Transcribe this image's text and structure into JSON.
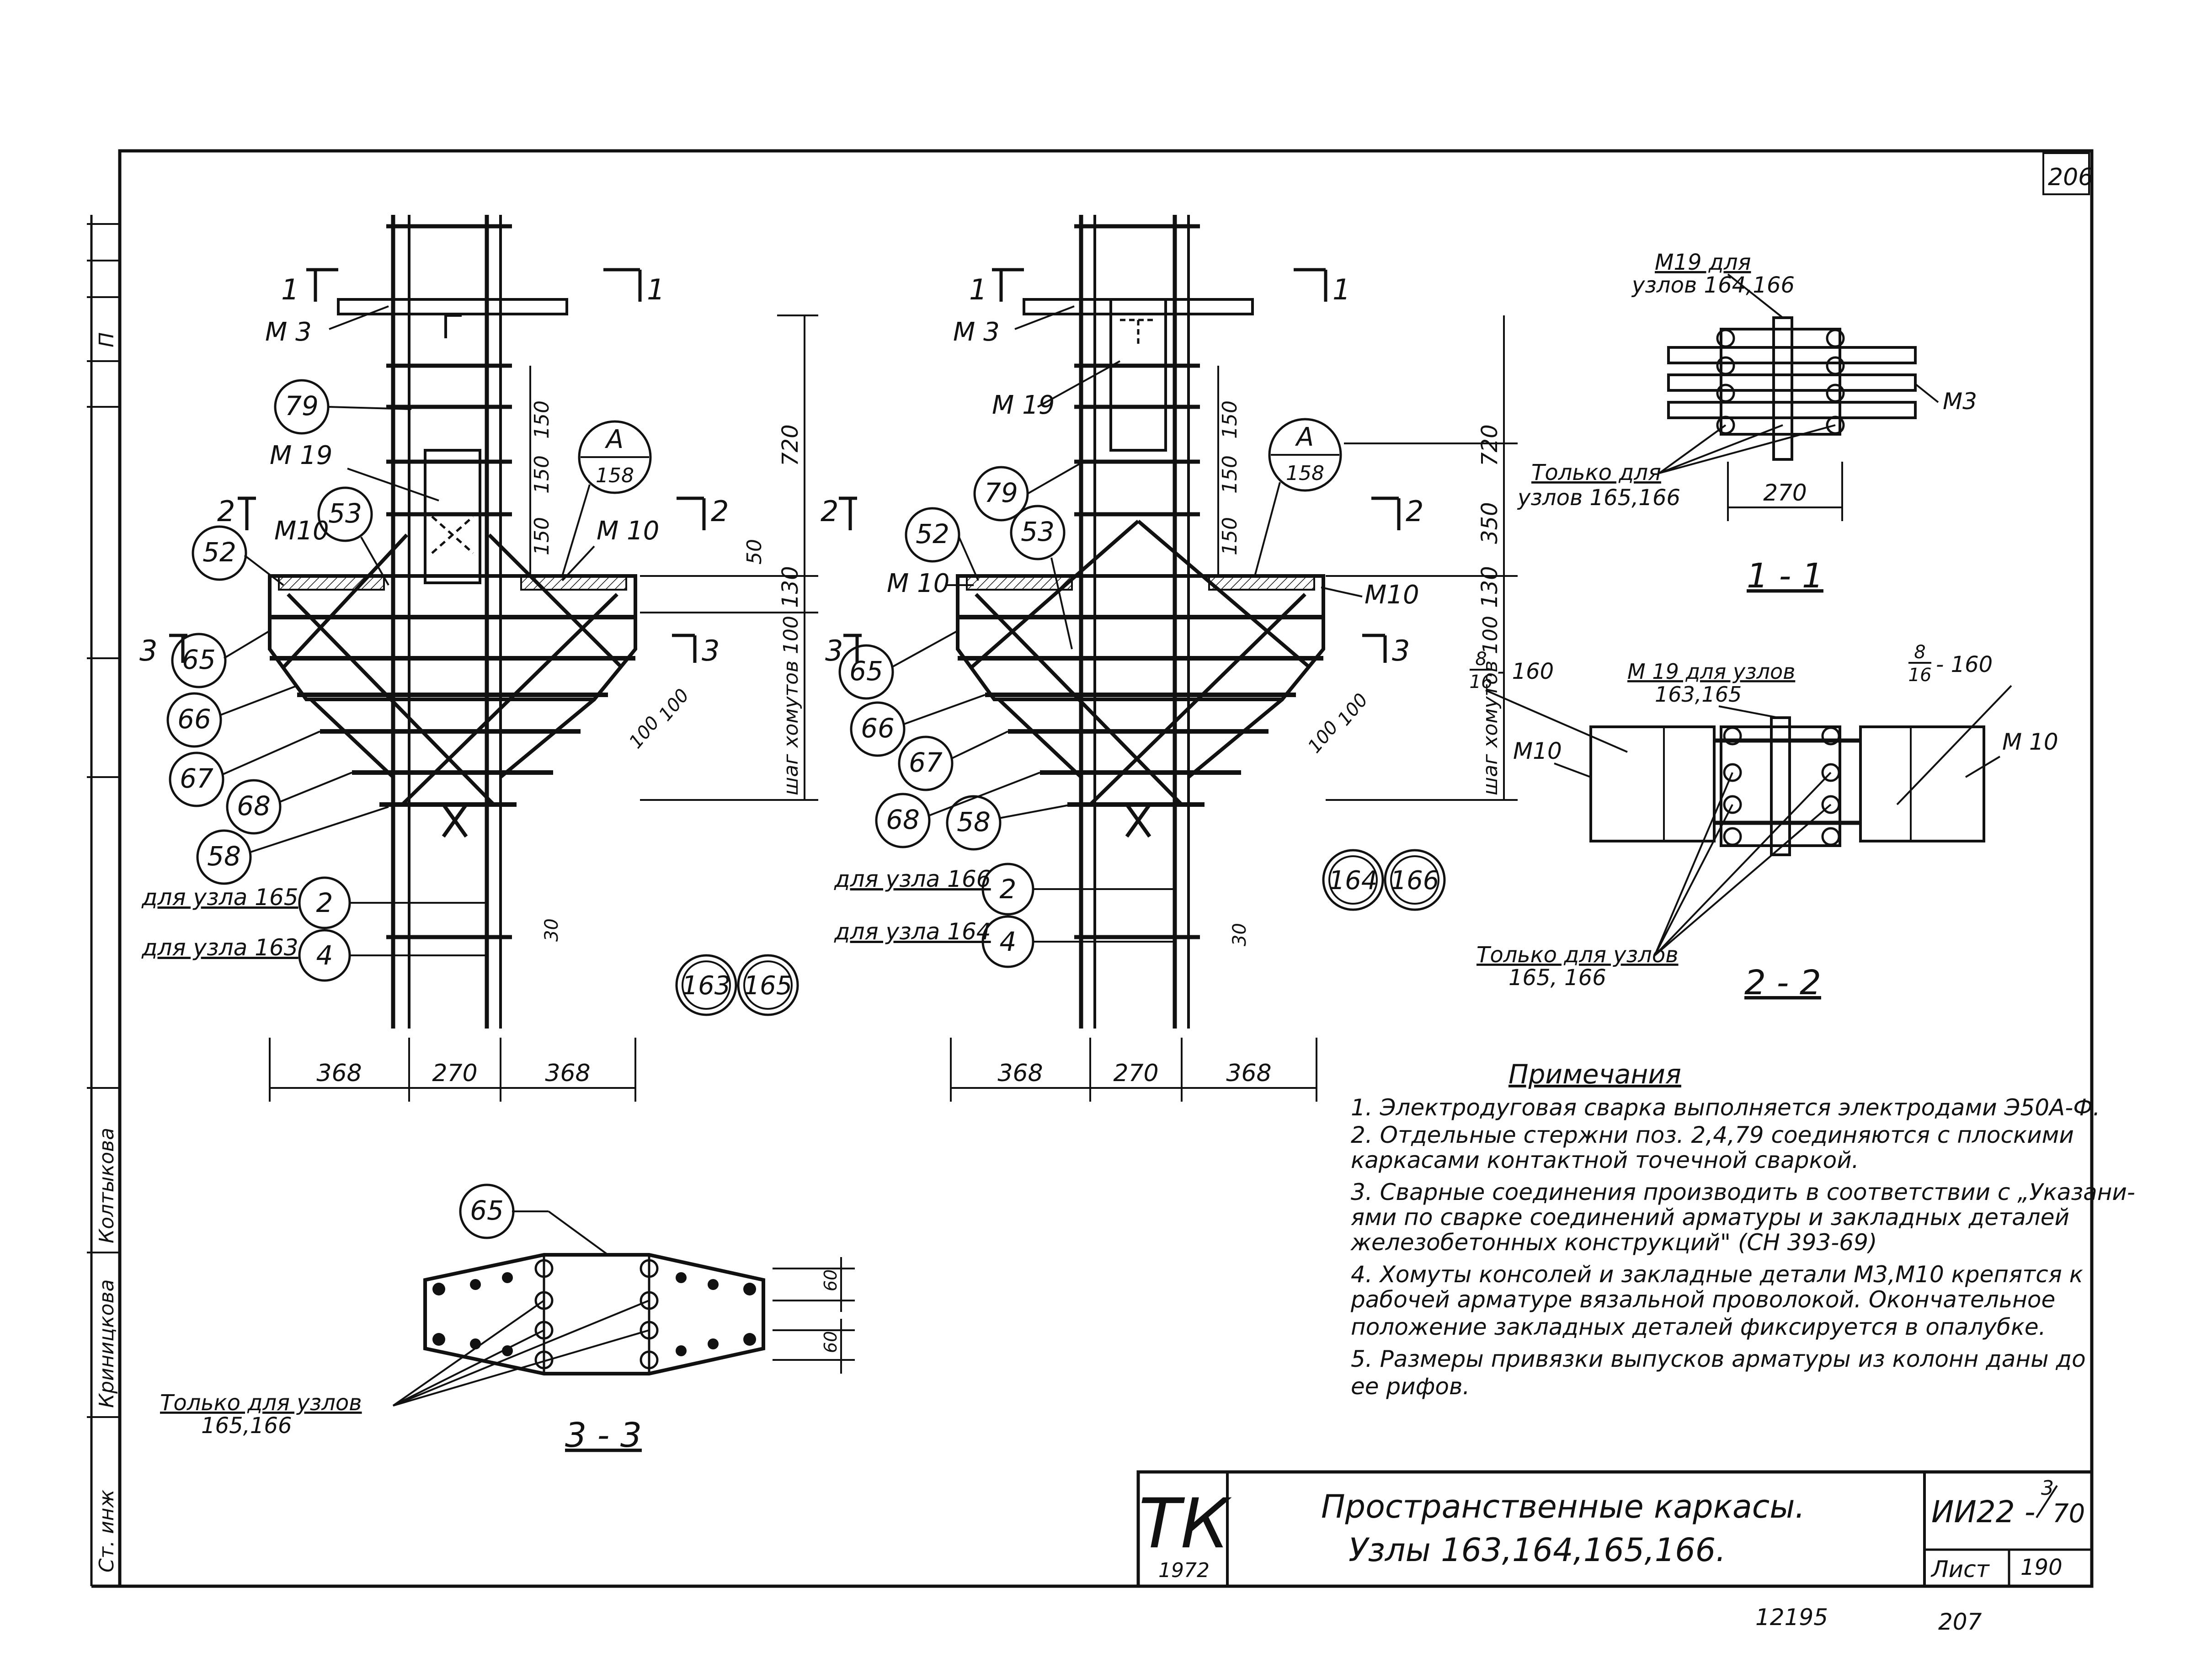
{
  "sheet_number_corner": "206",
  "stamp": {
    "org": "ТК",
    "year": "1972"
  },
  "title": {
    "line1": "Пространственные каркасы.",
    "line2": "Узлы 163,164,165,166."
  },
  "code": {
    "series": "ИИ22 -",
    "frac_top": "3",
    "frac_bottom": "70"
  },
  "sheet": {
    "label": "Лист",
    "number": "190"
  },
  "bottom_numbers": {
    "left": "12195",
    "right": "207"
  },
  "side_strip": {
    "label_p": "П",
    "row1": "Ст. инж",
    "row2": "Криницкова",
    "row3": "Колтыкова"
  },
  "node_left": {
    "sec_marks": [
      "1",
      "1",
      "2",
      "2",
      "3",
      "3"
    ],
    "M3": "М 3",
    "M19": "М 19",
    "M10_left": "М10",
    "M10_right": "М 10",
    "bubbles": [
      "79",
      "53",
      "52",
      "65",
      "66",
      "67",
      "68",
      "58"
    ],
    "detail": {
      "top": "А",
      "bottom": "158"
    },
    "bar2_note": "для узла 165",
    "bar2": "2",
    "bar4_note": "для узла 163",
    "bar4": "4",
    "node_ids": [
      "163",
      "165"
    ],
    "dims_bottom": [
      "368",
      "270",
      "368"
    ],
    "dims_vert": [
      "150",
      "150",
      "150"
    ],
    "dims_right": [
      "720",
      "50",
      "130",
      "шаг хомутов 100"
    ],
    "dims_diag": [
      "100",
      "100"
    ],
    "dim_30": "30"
  },
  "node_right": {
    "sec_marks": [
      "1",
      "1",
      "2",
      "2",
      "3",
      "3"
    ],
    "M3": "М 3",
    "M19": "М 19",
    "M10_left": "М 10",
    "M10_right": "М10",
    "bubbles": [
      "79",
      "52",
      "53",
      "65",
      "66",
      "67",
      "68",
      "58"
    ],
    "detail": {
      "top": "А",
      "bottom": "158"
    },
    "bar2_note": "для узла 166",
    "bar2": "2",
    "bar4_note": "для узла 164",
    "bar4": "4",
    "node_ids": [
      "164",
      "166"
    ],
    "dims_bottom": [
      "368",
      "270",
      "368"
    ],
    "dims_vert": [
      "150",
      "150",
      "150"
    ],
    "dims_right": [
      "720",
      "350",
      "130",
      "шаг хомутов 100"
    ],
    "dims_diag": [
      "100",
      "100"
    ],
    "dim_30": "30"
  },
  "section_1": {
    "title": "1 - 1",
    "m19_line1": "М19 для",
    "m19_line2": "узлов 164,166",
    "m3": "М3",
    "only_line1": "Только для",
    "only_line2": "узлов 165,166",
    "dim": "270"
  },
  "section_2": {
    "title": "2 - 2",
    "m19_line1": "М 19 для узлов",
    "m19_line2": "163,165",
    "m10_left": "М10",
    "m10_right": "М 10",
    "frac_left_top": "8",
    "frac_left_bottom": "16",
    "frac_left_val": "- 160",
    "frac_right_top": "8",
    "frac_right_bottom": "16",
    "frac_right_val": "- 160",
    "only_line1": "Только для узлов",
    "only_line2": "165, 166"
  },
  "section_3": {
    "title": "3 - 3",
    "bubble": "65",
    "dims": [
      "60",
      "60"
    ],
    "only_line1": "Только для узлов",
    "only_line2": "165,166"
  },
  "notes": {
    "title": "Примечания",
    "lines": [
      "1. Электродуговая сварка выполняется электродами Э50А-Ф.",
      "2. Отдельные стержни поз. 2,4,79 соединяются с плоскими",
      "    каркасами контактной точечной сваркой.",
      "3. Сварные соединения производить в соответствии с „Указани-",
      "    ями по сварке соединений арматуры и закладных деталей",
      "    железобетонных конструкций\" (СН 393-69)",
      "4. Хомуты консолей и закладные детали М3,М10 крепятся к",
      "    рабочей арматуре вязальной проволокой. Окончательное",
      "    положение закладных деталей фиксируется в опалубке.",
      "5. Размеры привязки выпусков арматуры из колонн даны до",
      "    ее рифов."
    ]
  }
}
